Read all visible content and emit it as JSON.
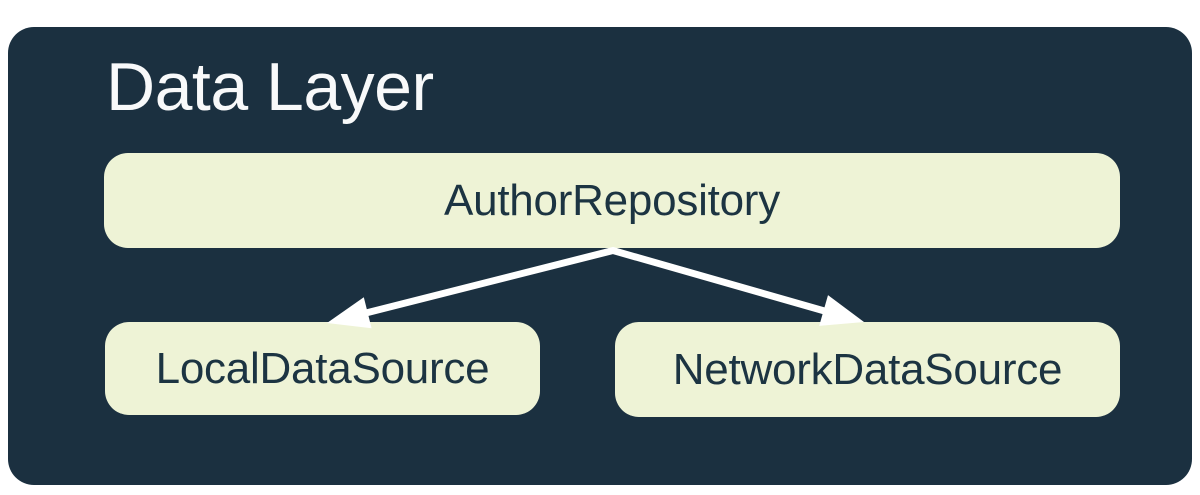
{
  "page": {
    "background": "#ffffff"
  },
  "diagram": {
    "title": "Data Layer",
    "colors": {
      "page_bg": "#ffffff",
      "card_bg": "#1B3040",
      "node_bg": "#EEF3D6",
      "node_text": "#1C3442",
      "title_text": "#F8F9FA",
      "arrow": "#FFFFFF"
    },
    "nodes": [
      {
        "id": "author-repository",
        "label": "AuthorRepository"
      },
      {
        "id": "local-data-source",
        "label": "LocalDataSource"
      },
      {
        "id": "network-data-source",
        "label": "NetworkDataSource"
      }
    ],
    "edges": [
      {
        "from": "AuthorRepository",
        "to": "LocalDataSource"
      },
      {
        "from": "AuthorRepository",
        "to": "NetworkDataSource"
      }
    ]
  }
}
